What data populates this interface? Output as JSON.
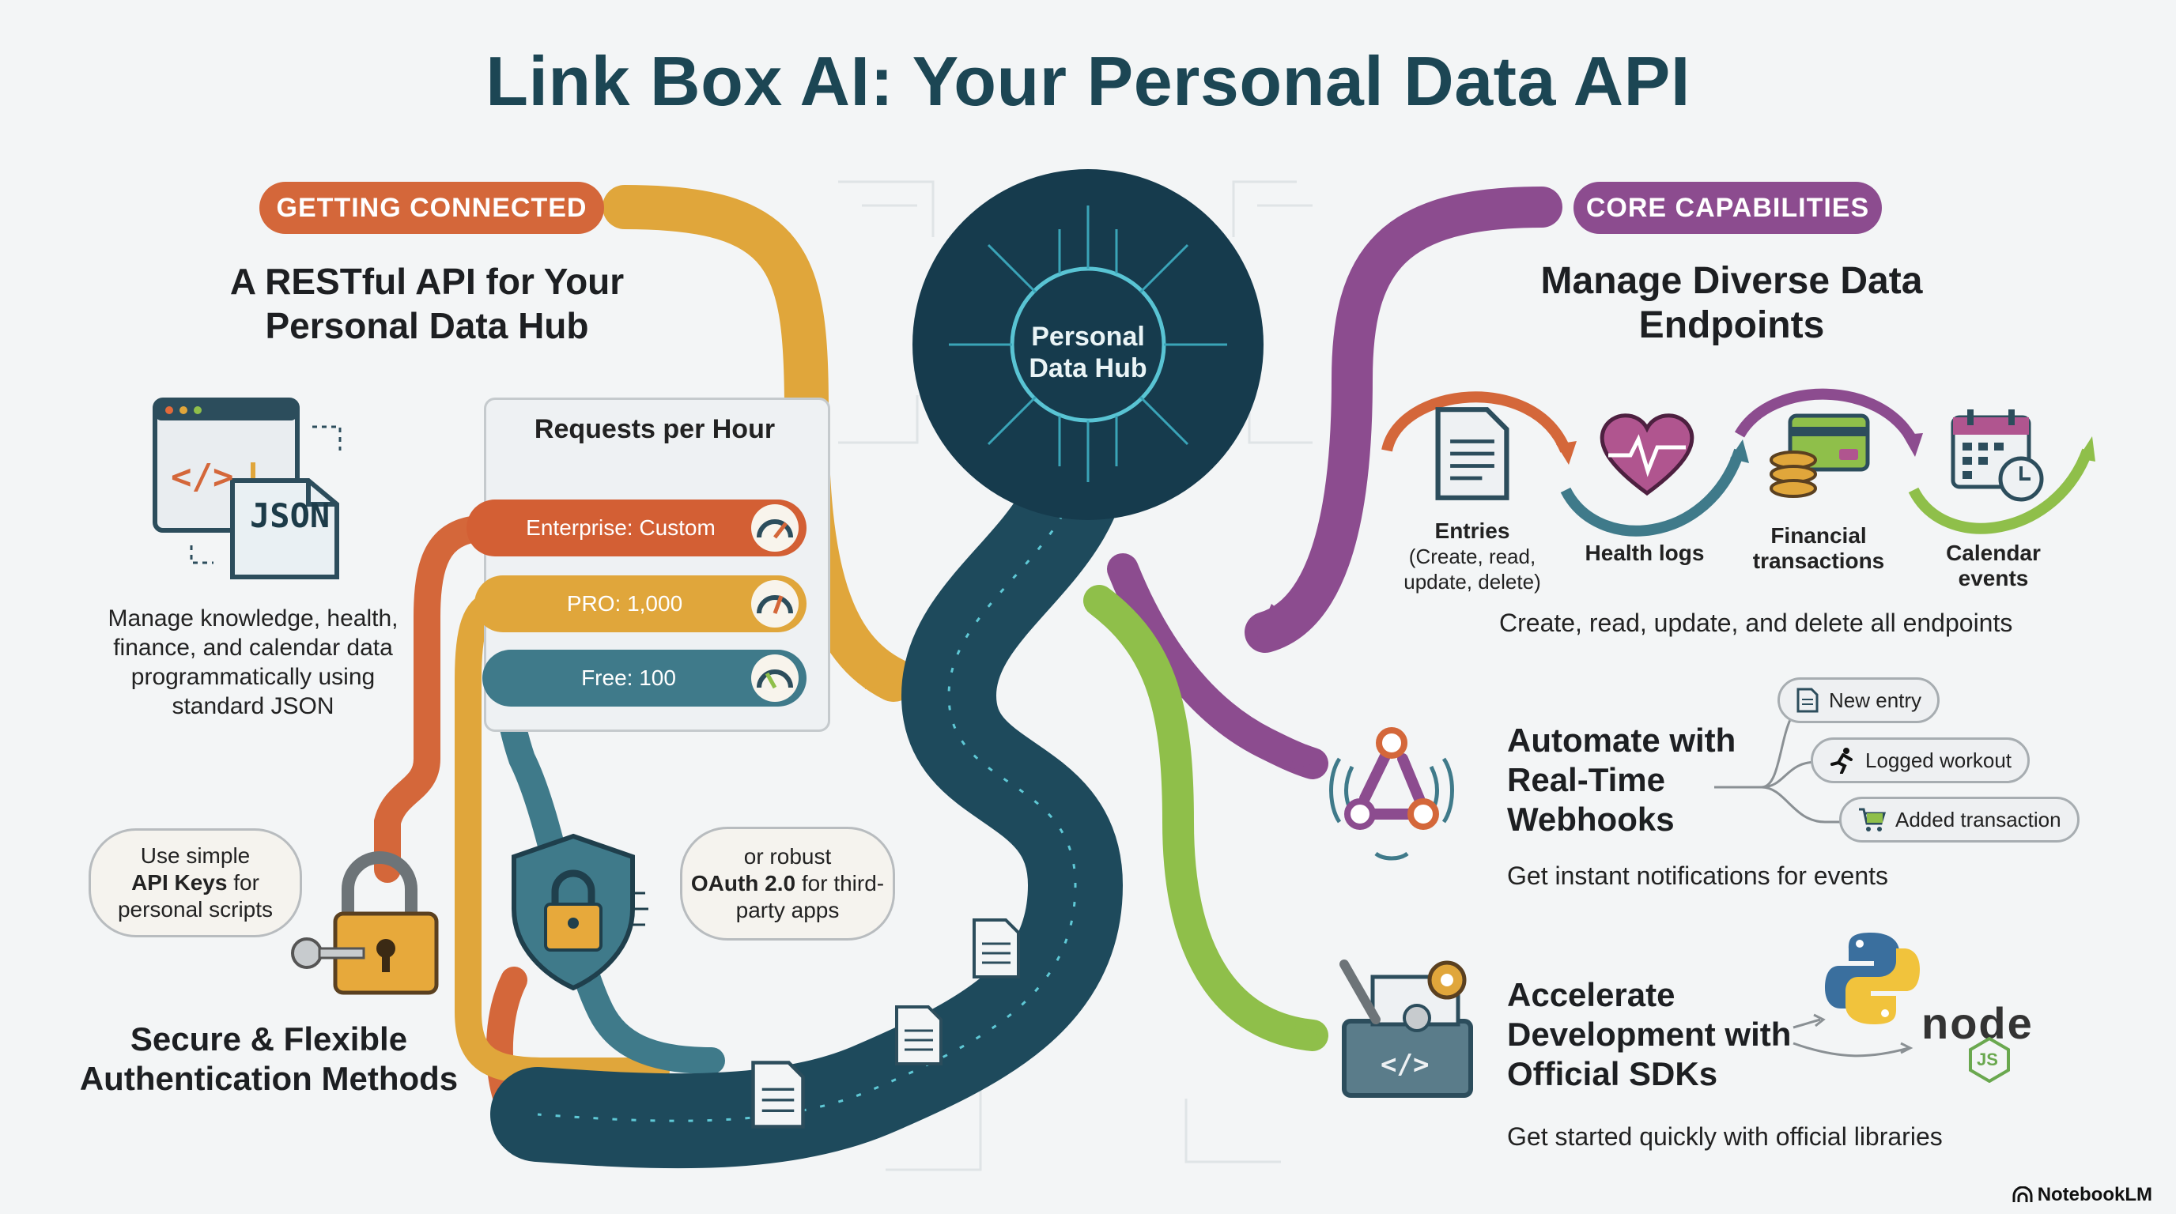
{
  "title": "Link Box AI: Your Personal Data API",
  "left": {
    "pill": "GETTING CONNECTED",
    "heading": "A RESTful API for Your Personal Data Hub",
    "json_tag": "JSON",
    "code_tag": "</>",
    "description": "Manage knowledge, health, finance, and calendar data programmatically using standard JSON",
    "bubble_keys": {
      "pre": "Use simple",
      "bold": "API Keys",
      "post": "for personal scripts"
    },
    "bubble_oauth": {
      "pre": "or robust",
      "bold": "OAuth 2.0",
      "post": "for third-party apps"
    },
    "auth_heading": "Secure & Flexible Authentication Methods"
  },
  "rate_limits": {
    "title": "Requests per Hour",
    "tiers": [
      {
        "label": "Enterprise: Custom",
        "color": "#d35f34"
      },
      {
        "label": "PRO: 1,000",
        "color": "#e0a63b"
      },
      {
        "label": "Free: 100",
        "color": "#3f7a8a"
      }
    ]
  },
  "hub": {
    "label": "Personal Data Hub"
  },
  "right": {
    "pill": "CORE CAPABILITIES",
    "heading": "Manage Diverse Data Endpoints",
    "endpoints": [
      {
        "label": "Entries",
        "sub": "(Create, read, update, delete)"
      },
      {
        "label": "Health logs",
        "sub": ""
      },
      {
        "label": "Financial transactions",
        "sub": ""
      },
      {
        "label": "Calendar events",
        "sub": ""
      }
    ],
    "crud_text": "Create, read, update, and delete all endpoints",
    "webhooks": {
      "title": "Automate with Real-Time Webhooks",
      "description": "Get instant notifications for events",
      "events": [
        "New entry",
        "Logged workout",
        "Added transaction"
      ]
    },
    "sdks": {
      "title": "Accelerate Development with Official SDKs",
      "description": "Get started quickly with official libraries",
      "node_label": "node",
      "js_label": "JS"
    }
  },
  "brand": "NotebookLM",
  "colors": {
    "orange": "#d4673a",
    "gold": "#e0a63b",
    "teal": "#3f7a8a",
    "purple": "#8c4c8f",
    "green": "#8fbf4a",
    "hub_dark": "#163b4d"
  }
}
